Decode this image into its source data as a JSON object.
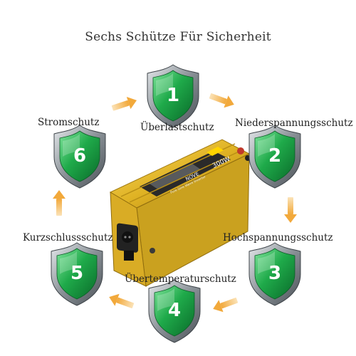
{
  "title": "Sechs Schütze Für Sicherheit",
  "protections": [
    {
      "number": "1",
      "label": "Überlastschutz"
    },
    {
      "number": "2",
      "label": "Niederspannungsschutz"
    },
    {
      "number": "3",
      "label": "Hochspannungsschutz"
    },
    {
      "number": "4",
      "label": "Übertemperaturschutz"
    },
    {
      "number": "5",
      "label": "Kurzschlussschutz"
    },
    {
      "number": "6",
      "label": "Stromschutz"
    }
  ],
  "product": {
    "power_label": "300W",
    "brand_label": "NOVE",
    "subtitle": "Pure Sine Wave Inverter"
  },
  "colors": {
    "shield_green": "#1faa4a",
    "shield_frame": "#8a9197",
    "arrow_orange": "#f2a93b",
    "inverter_gold": "#e0b324"
  }
}
